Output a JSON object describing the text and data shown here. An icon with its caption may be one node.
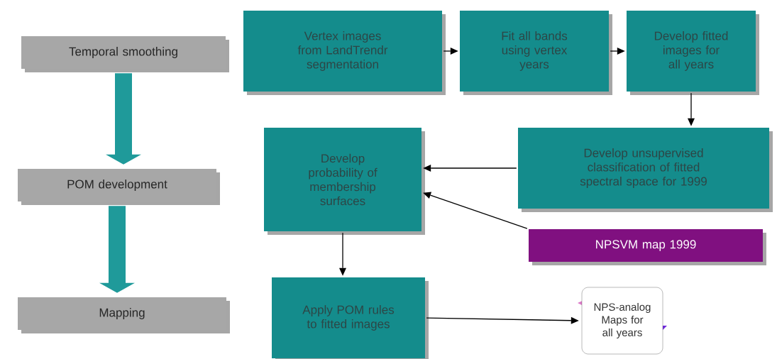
{
  "diagram": {
    "nodes": [
      {
        "text": [
          "Temporal smoothing"
        ]
      },
      {
        "text": [
          "POM development"
        ]
      },
      {
        "text": [
          "Mapping"
        ]
      },
      {
        "text": [
          "Vertex images from LandTrendr segmentation"
        ]
      },
      {
        "text": [
          "Fit all bands using vertex years"
        ]
      },
      {
        "text": [
          "Develop fitted images for all years"
        ]
      },
      {
        "text": [
          "Develop probability of membership surfaces"
        ]
      },
      {
        "text": [
          "Develop unsupervised classification of fitted spectral space for 1999"
        ]
      },
      {
        "text": [
          "NPSVM map 1999"
        ]
      },
      {
        "text": [
          "Apply POM rules to fitted images"
        ]
      },
      {
        "text": [
          "NPS-analog Maps for all years"
        ]
      }
    ],
    "edges": [
      {
        "from": 0,
        "to": 1,
        "arrow": "to",
        "style": "thick",
        "color": "#1f9a9a"
      },
      {
        "from": 1,
        "to": 2,
        "arrow": "to",
        "style": "thick",
        "color": "#1f9a9a"
      },
      {
        "from": 3,
        "to": 4,
        "arrow": "to"
      },
      {
        "from": 4,
        "to": 5,
        "arrow": "to"
      },
      {
        "from": 5,
        "to": 7,
        "arrow": "to"
      },
      {
        "from": 7,
        "to": 6,
        "arrow": "to"
      },
      {
        "from": 8,
        "to": 6,
        "arrow": "to"
      },
      {
        "from": 6,
        "to": 9,
        "arrow": "to"
      },
      {
        "from": 9,
        "to": 10,
        "arrow": "to"
      }
    ]
  }
}
